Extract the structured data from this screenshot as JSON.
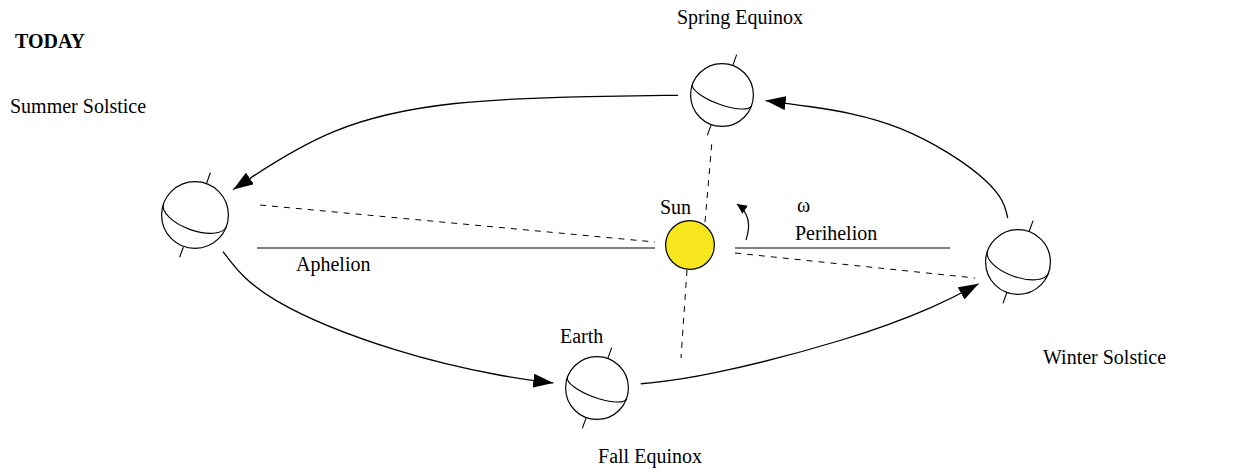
{
  "diagram": {
    "title": "TODAY",
    "nodes": [
      {
        "text": [
          "Spring Equinox"
        ]
      },
      {
        "text": [
          "Summer Solstice"
        ]
      },
      {
        "text": [
          "Sun"
        ]
      },
      {
        "text": [
          "Winter Solstice"
        ]
      },
      {
        "text": [
          "Earth",
          "Fall Equinox"
        ]
      }
    ],
    "edges": [
      {
        "from": 0,
        "to": 1,
        "arrow": "to"
      },
      {
        "from": 1,
        "to": 4,
        "arrow": "to"
      },
      {
        "from": 4,
        "to": 3,
        "arrow": "to"
      },
      {
        "from": 3,
        "to": 0,
        "arrow": "to"
      }
    ],
    "labels": [
      "ω",
      "Aphelion",
      "Perihelion"
    ]
  }
}
